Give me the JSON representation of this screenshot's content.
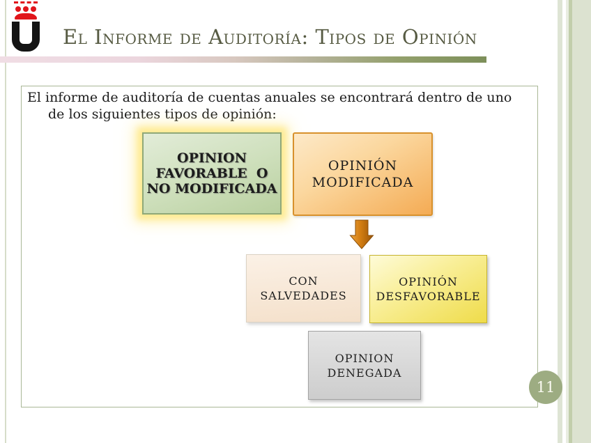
{
  "slide": {
    "title": "El Informe de Auditoría: Tipos de Opinión",
    "page_number": "11",
    "logo": {
      "name": "urjc-crown-u-logo"
    },
    "intro": {
      "line1": "El informe de auditoría de cuentas anuales se encontrará dentro de uno",
      "line2": "de los siguientes tipos de opinión:"
    },
    "boxes": {
      "favorable": "OPINION\nFAVORABLE  O\nNO MODIFICADA",
      "modificada": "OPINIÓN\nMODIFICADA",
      "salvedades": "CON\nSALVEDADES",
      "desfavorable": "OPINIÓN\nDESFAVORABLE",
      "denegada": "OPINION\nDENEGADA"
    },
    "icons": {
      "arrow": "down-arrow",
      "logo": "urjc-crown-u-logo"
    },
    "colors": {
      "title_text": "#575b43",
      "bar_pink": "#eed9e1",
      "bar_olive": "#7d8f5a",
      "favorable_fill": "#cfe0bd",
      "favorable_glow": "#ffeb94",
      "modificada_fill": "#f8c277",
      "salvedades_fill": "#f6e3cf",
      "desfavorable_fill": "#f5e668",
      "denegada_fill": "#d6d6d6",
      "arrow_orange": "#c97714",
      "page_badge": "#9dac82",
      "logo_red": "#e1151b",
      "frame_border": "#a9b796"
    }
  }
}
